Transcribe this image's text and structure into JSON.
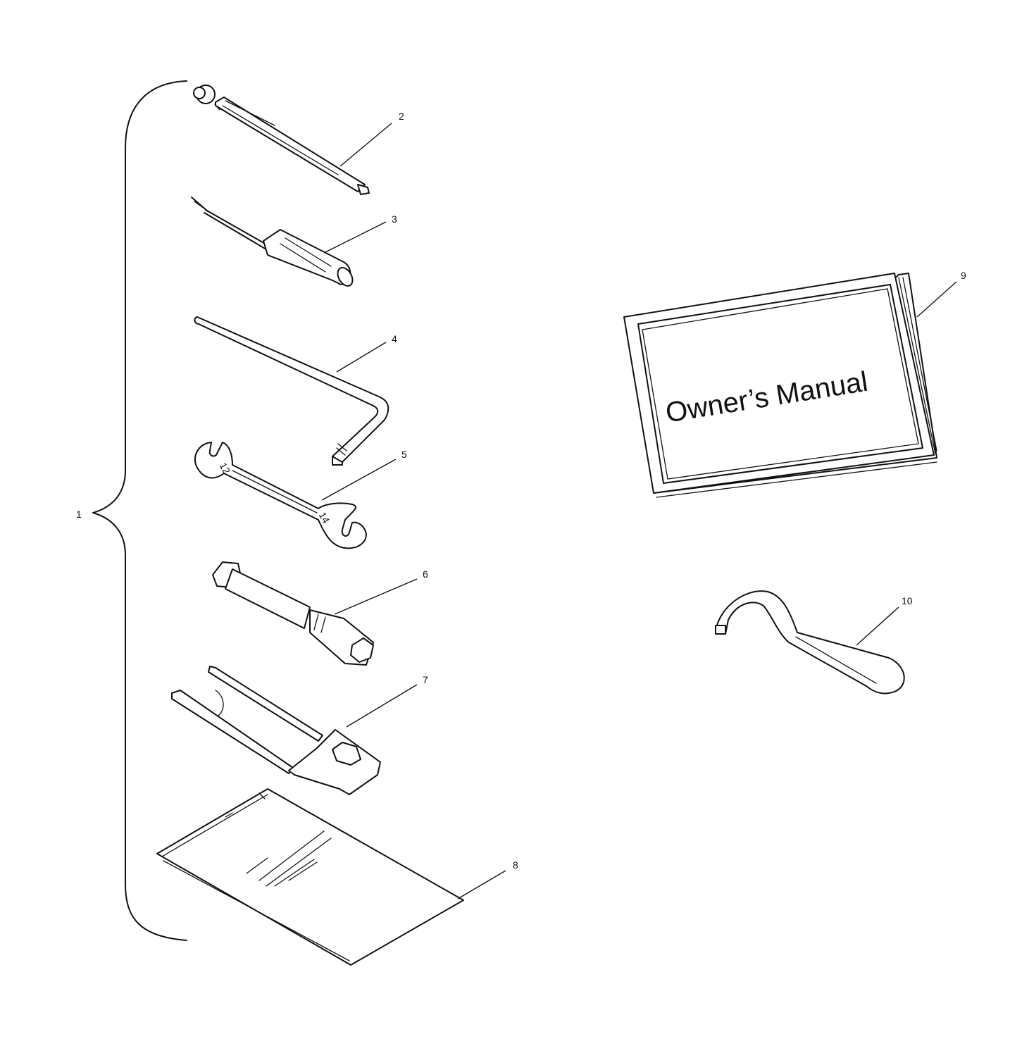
{
  "diagram": {
    "callouts": {
      "c1": "1",
      "c2": "2",
      "c3": "3",
      "c4": "4",
      "c5": "5",
      "c6": "6",
      "c7": "7",
      "c8": "8",
      "c9": "9",
      "c10": "10"
    },
    "manual_cover_text": "Owner’s Manual",
    "wrench_size_marks": {
      "small_end": "12",
      "large_end": "14"
    }
  }
}
